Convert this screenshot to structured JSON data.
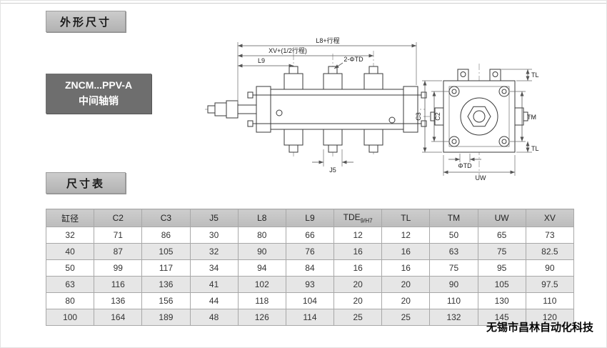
{
  "page": {
    "section1_label": "外形尺寸",
    "model_line1": "ZNCM...PPV-A",
    "model_line2": "中间轴销",
    "section2_label": "尺寸表",
    "watermark": "无锡市昌林自动化科技"
  },
  "drawing": {
    "dim_l8": "L8+行程",
    "dim_xv": "XV+(1/2行程)",
    "dim_l9": "L9",
    "dim_2td": "2-ΦTD",
    "dim_j5": "J5",
    "dim_c3": "C3",
    "dim_c2": "C2",
    "dim_tl": "TL",
    "dim_tm": "TM",
    "dim_td": "ΦTD",
    "dim_uw": "UW"
  },
  "table": {
    "headers": [
      {
        "label": "缸径",
        "sub": ""
      },
      {
        "label": "C2",
        "sub": ""
      },
      {
        "label": "C3",
        "sub": ""
      },
      {
        "label": "J5",
        "sub": ""
      },
      {
        "label": "L8",
        "sub": ""
      },
      {
        "label": "L9",
        "sub": ""
      },
      {
        "label": "TDE",
        "sub": "9/H7"
      },
      {
        "label": "TL",
        "sub": ""
      },
      {
        "label": "TM",
        "sub": ""
      },
      {
        "label": "UW",
        "sub": ""
      },
      {
        "label": "XV",
        "sub": ""
      }
    ],
    "rows": [
      [
        "32",
        "71",
        "86",
        "30",
        "80",
        "66",
        "12",
        "12",
        "50",
        "65",
        "73"
      ],
      [
        "40",
        "87",
        "105",
        "32",
        "90",
        "76",
        "16",
        "16",
        "63",
        "75",
        "82.5"
      ],
      [
        "50",
        "99",
        "117",
        "34",
        "94",
        "84",
        "16",
        "16",
        "75",
        "95",
        "90"
      ],
      [
        "63",
        "116",
        "136",
        "41",
        "102",
        "93",
        "20",
        "20",
        "90",
        "105",
        "97.5"
      ],
      [
        "80",
        "136",
        "156",
        "44",
        "118",
        "104",
        "20",
        "20",
        "110",
        "130",
        "110"
      ],
      [
        "100",
        "164",
        "189",
        "48",
        "126",
        "114",
        "25",
        "25",
        "132",
        "145",
        "120"
      ]
    ]
  }
}
